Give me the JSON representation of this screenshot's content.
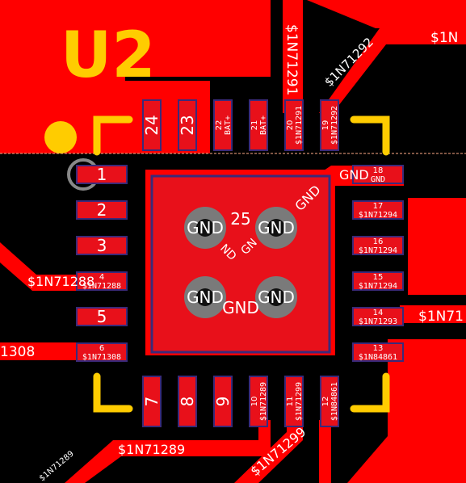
{
  "colors": {
    "background": "#000000",
    "copper": "#ff0000",
    "copper_dark": "#c00000",
    "pad": "#e8101a",
    "silkscreen": "#ffcc00",
    "pad_outline": "#3a2a7a",
    "via_outer": "#7a7a7a",
    "via_inner": "#101010"
  },
  "footprint": {
    "reference": "U2",
    "center_pad": {
      "number": "25",
      "net": "GND"
    },
    "vias": [
      "GND",
      "GND",
      "GND",
      "GND"
    ],
    "left_pins": [
      {
        "number": "1",
        "net": ""
      },
      {
        "number": "2",
        "net": ""
      },
      {
        "number": "3",
        "net": ""
      },
      {
        "number": "4",
        "net": "$1N71288"
      },
      {
        "number": "5",
        "net": ""
      },
      {
        "number": "6",
        "net": "$1N71308"
      }
    ],
    "bottom_pins": [
      {
        "number": "7",
        "net": ""
      },
      {
        "number": "8",
        "net": ""
      },
      {
        "number": "9",
        "net": ""
      },
      {
        "number": "10",
        "net": "$1N71289"
      },
      {
        "number": "11",
        "net": "$1N71299"
      },
      {
        "number": "12",
        "net": "$1N84861"
      }
    ],
    "right_pins": [
      {
        "number": "13",
        "net": "$1N84861"
      },
      {
        "number": "14",
        "net": "$1N71293"
      },
      {
        "number": "15",
        "net": "$1N71294"
      },
      {
        "number": "16",
        "net": "$1N71294"
      },
      {
        "number": "17",
        "net": "$1N71294"
      },
      {
        "number": "18",
        "net": "GND"
      }
    ],
    "top_pins": [
      {
        "number": "19",
        "net": "$1N71292"
      },
      {
        "number": "20",
        "net": "$1N71291"
      },
      {
        "number": "21",
        "net": "BAT+"
      },
      {
        "number": "22",
        "net": "BAT+"
      },
      {
        "number": "23",
        "net": ""
      },
      {
        "number": "24",
        "net": ""
      }
    ]
  },
  "trace_labels": {
    "top_vertical": "$1N71291",
    "top_diagonal": "$1N71292",
    "top_right": "$1N",
    "left_mid": "$1N71288",
    "left_low": "1308",
    "bottom": "$1N71289",
    "bottom_left": "$1N71289",
    "bottom_diag": "$1N71299",
    "right_mid": "$1N71",
    "pad_gnd_right": "GND",
    "pour_gnd_1": "GND",
    "pour_gnd_2": "GND",
    "pour_nd": "ND",
    "pour_gn": "GN"
  }
}
